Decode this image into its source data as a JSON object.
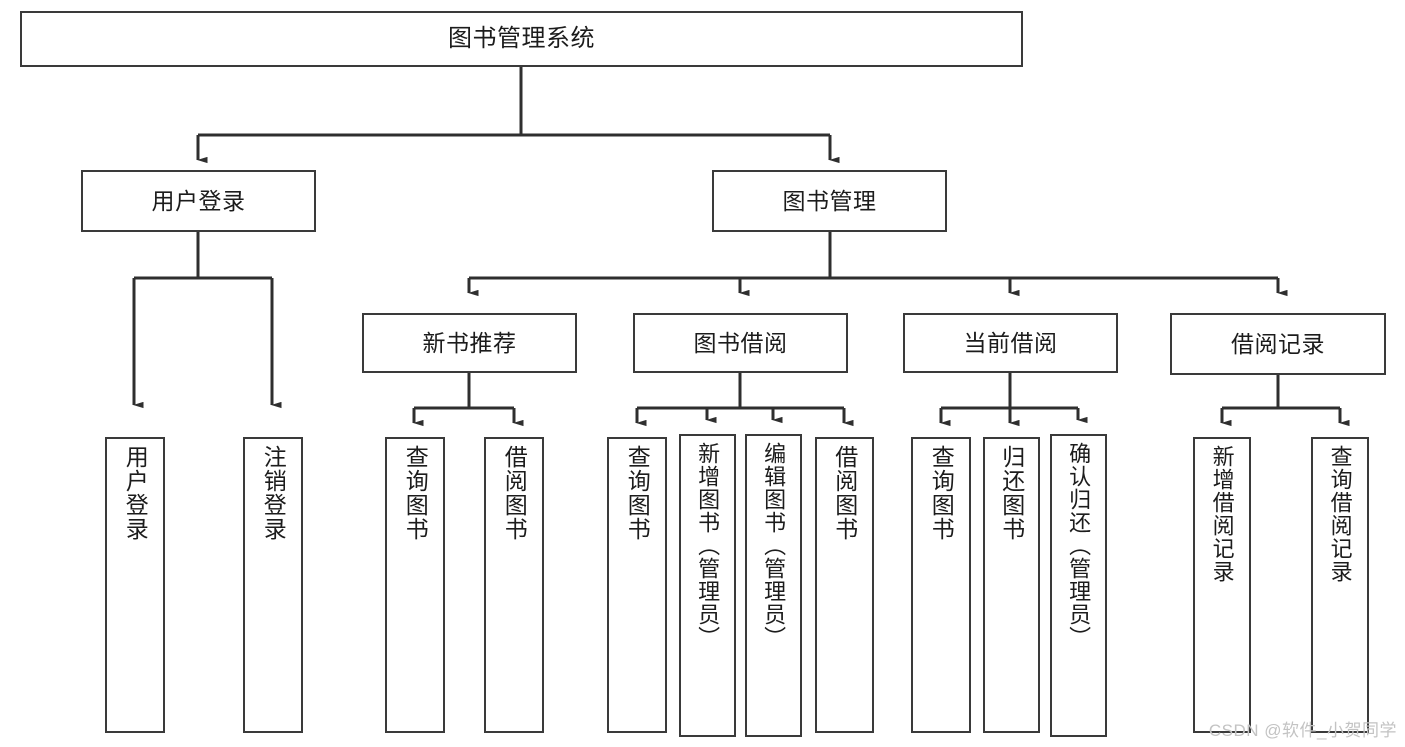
{
  "diagram": {
    "title": "图书管理系统",
    "type": "hierarchy-tree",
    "root": {
      "label": "图书管理系统"
    },
    "level2": [
      {
        "label": "用户登录"
      },
      {
        "label": "图书管理"
      }
    ],
    "level3": [
      {
        "label": "新书推荐"
      },
      {
        "label": "图书借阅"
      },
      {
        "label": "当前借阅"
      },
      {
        "label": "借阅记录"
      }
    ],
    "leaves": {
      "user_login": [
        {
          "label": "用户登录"
        },
        {
          "label": "注销登录"
        }
      ],
      "new_book_recommend": [
        {
          "label": "查询图书"
        },
        {
          "label": "借阅图书"
        }
      ],
      "book_borrow": [
        {
          "label": "查询图书"
        },
        {
          "label": "新增图书（管理员）"
        },
        {
          "label": "编辑图书（管理员）"
        },
        {
          "label": "借阅图书"
        }
      ],
      "current_borrow": [
        {
          "label": "查询图书"
        },
        {
          "label": "归还图书"
        },
        {
          "label": "确认归还（管理员）"
        }
      ],
      "borrow_record": [
        {
          "label": "新增借阅记录"
        },
        {
          "label": "查询借阅记录"
        }
      ]
    }
  },
  "watermark": {
    "text": "CSDN @软件_小贺同学"
  },
  "colors": {
    "border": "#3a3a3a",
    "text": "#1c1c1c",
    "background": "#ffffff",
    "watermark": "#c3c3c3"
  }
}
